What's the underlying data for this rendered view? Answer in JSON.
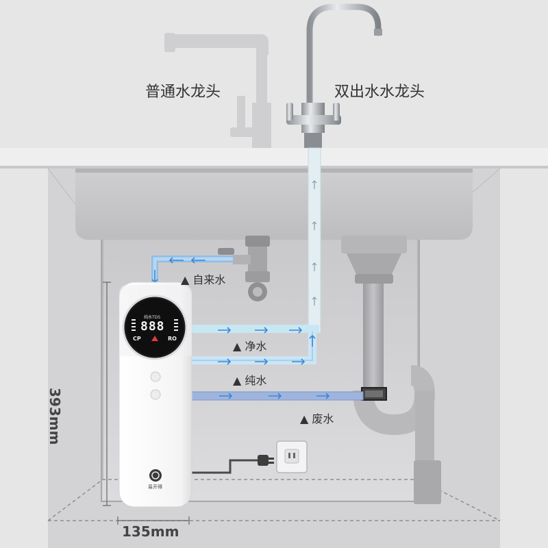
{
  "labels": {
    "normal_faucet": "普通水龙头",
    "dual_faucet": "双出水水龙头",
    "tap_water": "▲ 自来水",
    "clean_water": "▲ 净水",
    "pure_water": "▲ 纯水",
    "waste_water": "▲ 废水"
  },
  "dimensions": {
    "height": "393mm",
    "width": "135mm"
  },
  "device": {
    "display_title": "纯水TDS",
    "display_digits": "888",
    "left_indicator": "CP",
    "right_indicator": "RO",
    "brand": "易开得"
  },
  "colors": {
    "pipe_blue": "#6fa8e0",
    "clean_pipe": "#bfe3f2",
    "arrow_blue": "#3b86d6",
    "wall": "#d6d6d8",
    "counter": "#eeeeef"
  }
}
